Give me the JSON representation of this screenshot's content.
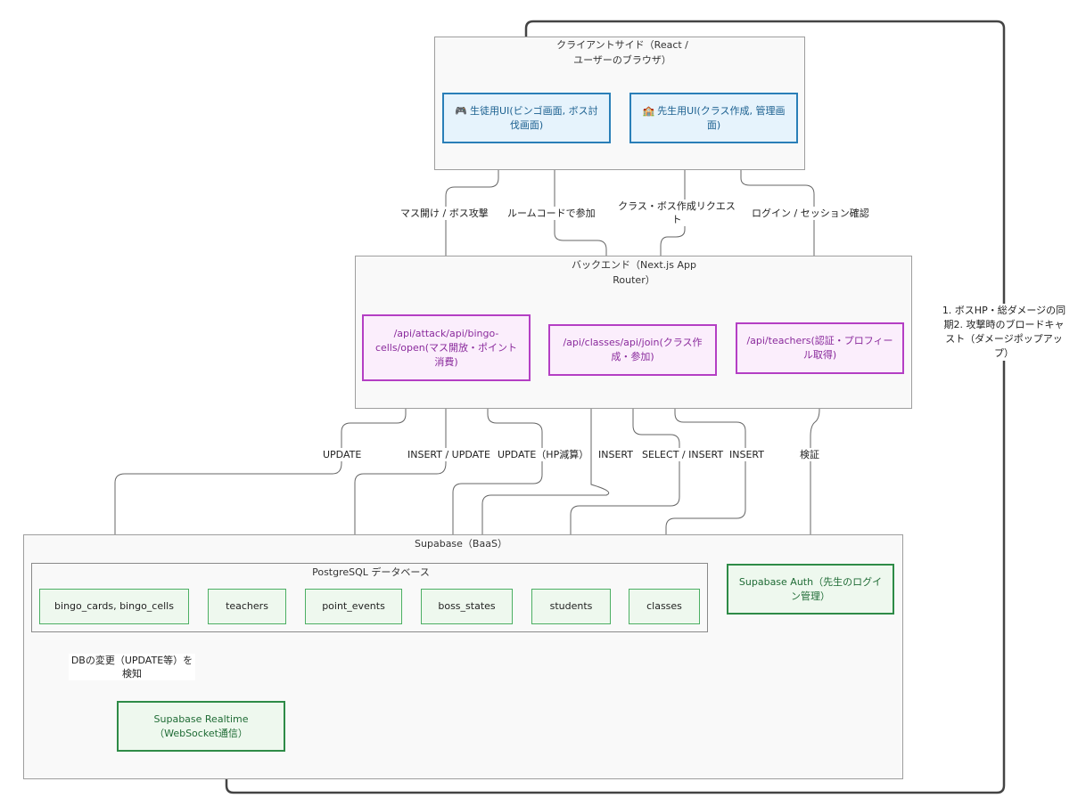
{
  "groups": {
    "client": "クライアントサイド（React / ユーザーのブラウザ）",
    "backend": "バックエンド（Next.js App Router）",
    "supabase": "Supabase（BaaS）",
    "postgres": "PostgreSQL データベース"
  },
  "nodes": {
    "student_ui": {
      "icon": "🎮",
      "label": "生徒用UI(ビンゴ画面, ボス討伐画面)"
    },
    "teacher_ui": {
      "icon": "🏫",
      "label": "先生用UI(クラス作成, 管理画面)"
    },
    "api_attack": "/api/attack/api/bingo-cells/open(マス開放・ポイント消費)",
    "api_classes": "/api/classes/api/join(クラス作成・参加)",
    "api_teachers": "/api/teachers(認証・プロフィール取得)",
    "db_bingo": "bingo_cards, bingo_cells",
    "db_teachers": "teachers",
    "db_points": "point_events",
    "db_boss": "boss_states",
    "db_students": "students",
    "db_classes": "classes",
    "auth": "Supabase Auth（先生のログイン管理）",
    "realtime": "Supabase Realtime（WebSocket通信）"
  },
  "edges": {
    "mass_open": "マス開け / ボス攻撃",
    "room_code": "ルームコードで参加",
    "class_boss": "クラス・ボス作成リクエスト",
    "login": "ログイン / セッション確認",
    "update1": "UPDATE",
    "insert_update": "INSERT / UPDATE",
    "update_hp": "UPDATE（HP減算）",
    "insert1": "INSERT",
    "select_insert": "SELECT / INSERT",
    "insert2": "INSERT",
    "verify": "検証",
    "db_change": "DBの変更（UPDATE等）を検知",
    "sync": "1. ボスHP・総ダメージの同期2. 攻撃時のブロードキャスト（ダメージポップアップ）"
  }
}
